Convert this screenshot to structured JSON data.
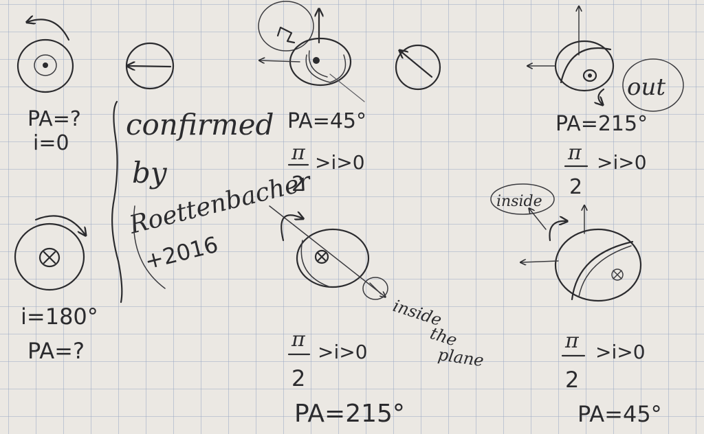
{
  "top_left": {
    "pa_label": "PA=?",
    "i_label": "i=0"
  },
  "note": {
    "line1": "confirmed",
    "line2": "by",
    "line3": "Roettenbacher",
    "line4": "+2016"
  },
  "bottom_left": {
    "i_label": "i=180°",
    "pa_label": "PA=?"
  },
  "top_center": {
    "pa_label": "PA=45°",
    "fraction_num": "π",
    "fraction_den": "2",
    "inequality": ">i>0"
  },
  "mid_center": {
    "inside_label_1": "inside",
    "inside_label_2": "the",
    "inside_label_3": "plane"
  },
  "bottom_center": {
    "fraction_num": "π",
    "fraction_den": "2",
    "inequality": ">i>0",
    "pa_label": "PA=215°"
  },
  "top_right": {
    "out_label": "out",
    "pa_label": "PA=215°",
    "fraction_num": "π",
    "fraction_den": "2",
    "inequality": ">i>0"
  },
  "mid_right": {
    "inside_label": "inside"
  },
  "bottom_right": {
    "fraction_num": "π",
    "fraction_den": "2",
    "inequality": ">i>0",
    "pa_label": "PA=45°"
  }
}
